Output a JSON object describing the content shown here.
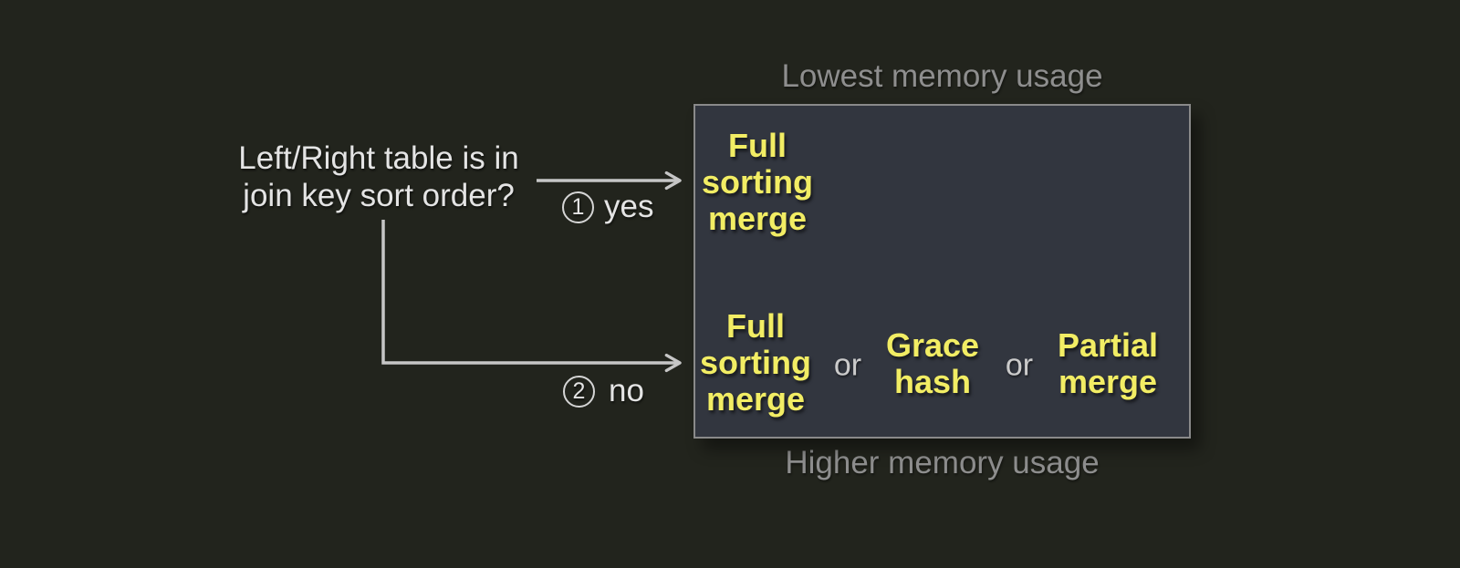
{
  "colors": {
    "background": "#22241d",
    "box_fill": "#32363f",
    "box_border": "#8a8a8a",
    "algorithm_yellow": "#f2ed64",
    "memory_caption_gray": "#8e8e8e",
    "question_text": "#e4e4e4",
    "connector_gray": "#c6c6c6",
    "or_separator_gray": "#cbcbcb"
  },
  "question": {
    "line1": "Left/Right table is in",
    "line2": "join key sort order?"
  },
  "branches": {
    "yes": {
      "number": "1",
      "label": "yes"
    },
    "no": {
      "number": "2",
      "label": "no"
    }
  },
  "memory_captions": {
    "top": "Lowest memory usage",
    "bottom": "Higher memory usage"
  },
  "algorithm_box": {
    "sorted_option": {
      "lines": [
        "Full",
        "sorting",
        "merge"
      ]
    },
    "unsorted_options": {
      "option1": {
        "lines": [
          "Full",
          "sorting",
          "merge"
        ]
      },
      "separator1": "or",
      "option2": {
        "lines": [
          "Grace",
          "hash"
        ]
      },
      "separator2": "or",
      "option3": {
        "lines": [
          "Partial",
          "merge"
        ]
      }
    }
  }
}
